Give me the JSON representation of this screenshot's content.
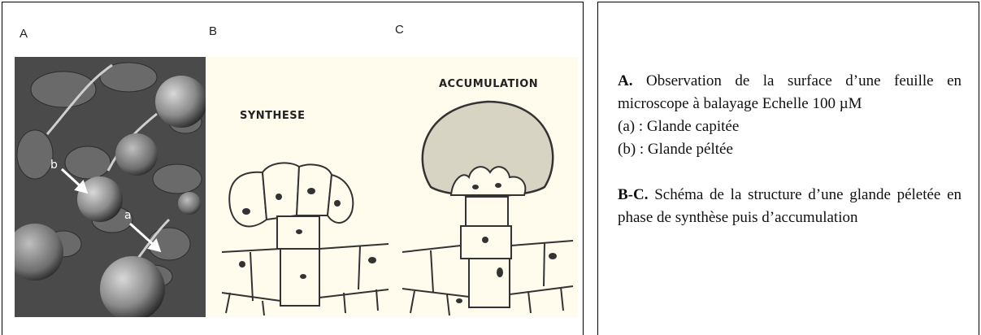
{
  "figure": {
    "panel_letters": {
      "a": "A",
      "b": "B",
      "c": "C"
    },
    "photo_labels": {
      "b": "b",
      "a": "a"
    },
    "drawing_titles": {
      "synthesis": "SYNTHESE",
      "accumulation": "ACCUMULATION"
    }
  },
  "caption": {
    "a_label": "A.",
    "a_text": "Observation de la surface d’une feuille en microscope à balayage Echelle 100 µM",
    "line_a": "(a) : Glande capitée",
    "line_b": "(b) : Glande péltée",
    "bc_label": "B-C.",
    "bc_text": "Schéma de la structure d’une glande péletée en phase de synthèse puis d’accumulation"
  }
}
